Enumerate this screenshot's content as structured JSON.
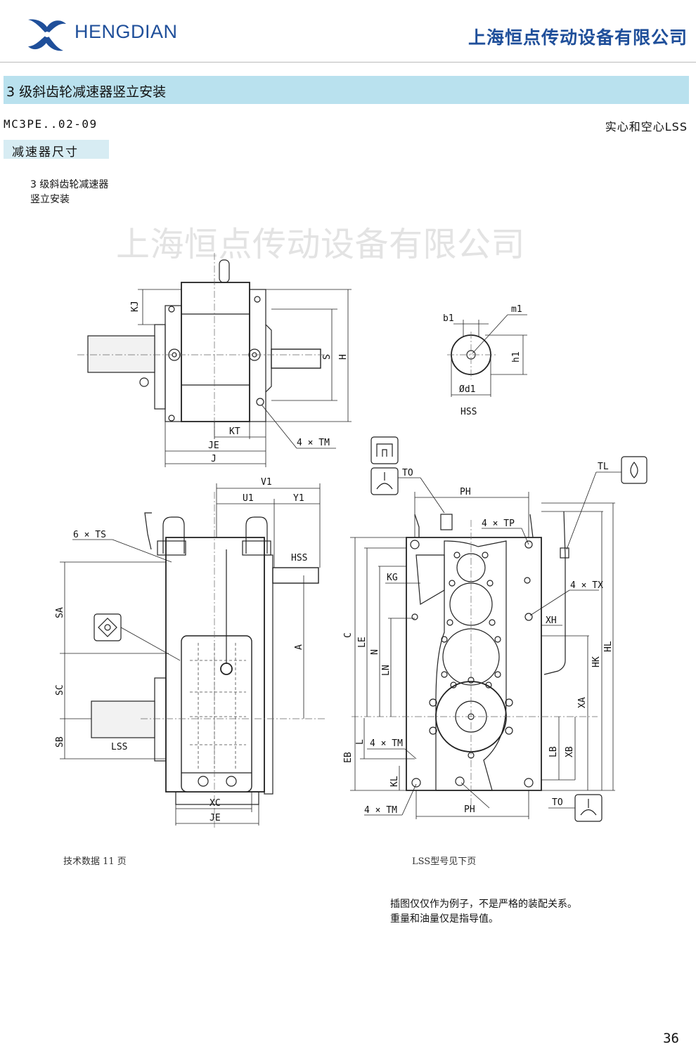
{
  "header": {
    "brand": "HENGDIAN",
    "company": "上海恒点传动设备有限公司"
  },
  "section": {
    "title": "3 级斜齿轮减速器竖立安装",
    "model": "MC3PE..02-09",
    "shaft_type": "实心和空心LSS",
    "subtitle": "减速器尺寸"
  },
  "caption": {
    "line1": "3 级斜齿轮减速器",
    "line2": "竖立安装"
  },
  "watermark": "上海恒点传动设备有限公司",
  "drawing": {
    "top_view": {
      "kj": "KJ",
      "s": "S",
      "h": "H",
      "kt": "KT",
      "je": "JE",
      "j": "J",
      "tm": "4 × TM"
    },
    "shaft_section": {
      "b1": "b1",
      "m1": "m1",
      "h1": "h1",
      "d1": "Ød1",
      "hss": "HSS"
    },
    "side_view": {
      "v1": "V1",
      "u1": "U1",
      "y1": "Y1",
      "ts": "6 × TS",
      "hss": "HSS",
      "sa": "SA",
      "sc": "SC",
      "sb": "SB",
      "a": "A",
      "lss": "LSS",
      "xc": "XC",
      "je": "JE"
    },
    "front_view": {
      "to_top": "TO",
      "ph_top": "PH",
      "tp": "4 × TP",
      "tl": "TL",
      "kg": "KG",
      "tx": "4 × TX",
      "xh": "XH",
      "c": "C",
      "le": "LE",
      "n": "N",
      "ln": "LN",
      "hk": "HK",
      "hl": "HL",
      "xa": "XA",
      "tm": "4 × TM",
      "l": "L",
      "eb": "EB",
      "lb": "LB",
      "xb": "XB",
      "kl": "KL",
      "tm_bottom": "4 × TM",
      "ph_bottom": "PH",
      "to_bottom": "TO"
    }
  },
  "footer": {
    "tech_data": "技术数据  11  页",
    "lss_note": "LSS型号见下页",
    "note1": "插图仅仅作为例子，不是严格的装配关系。",
    "note2": "重量和油量仅是指导值。",
    "page_number": "36"
  },
  "colors": {
    "brand_blue": "#1f4f9a",
    "section_bar": "#b9e1ee",
    "sub_bar": "#d7ecf3"
  }
}
